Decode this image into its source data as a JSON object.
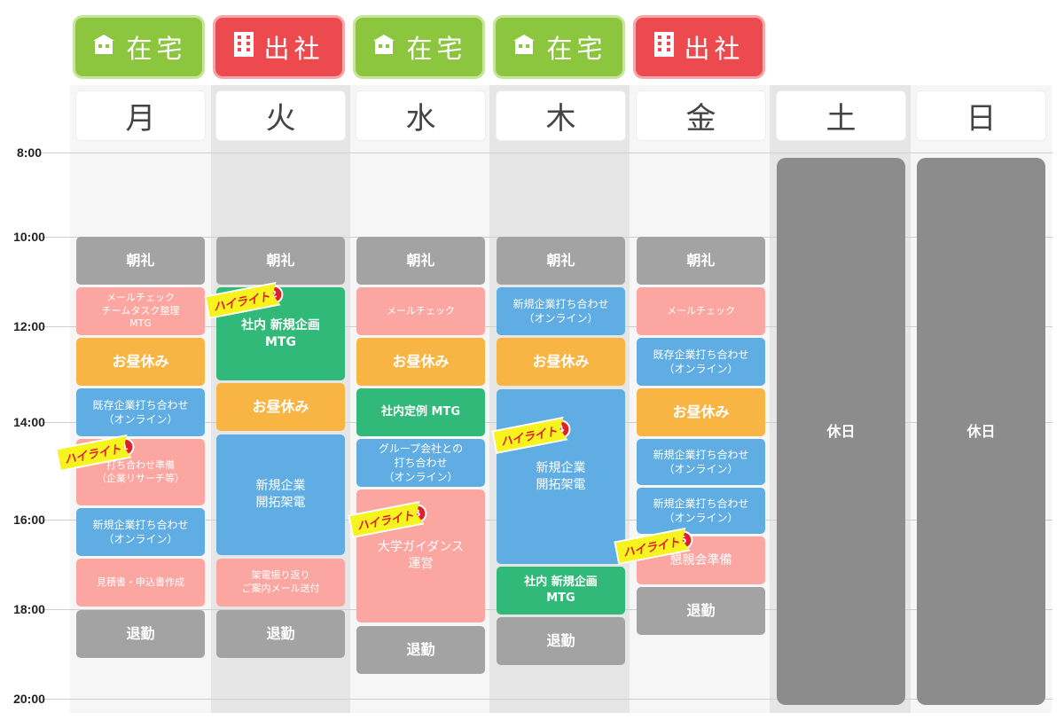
{
  "work_mode": [
    {
      "icon": "house-icon",
      "label": "在宅",
      "type": "home"
    },
    {
      "icon": "building-icon",
      "label": "出社",
      "type": "office"
    },
    {
      "icon": "house-icon",
      "label": "在宅",
      "type": "home"
    },
    {
      "icon": "house-icon",
      "label": "在宅",
      "type": "home"
    },
    {
      "icon": "building-icon",
      "label": "出社",
      "type": "office"
    }
  ],
  "days": [
    "月",
    "火",
    "水",
    "木",
    "金",
    "土",
    "日"
  ],
  "hours": [
    "8:00",
    "10:00",
    "12:00",
    "14:00",
    "16:00",
    "18:00",
    "20:00"
  ],
  "colors": {
    "home": "#8cc63f",
    "office": "#ec4a4f",
    "gray": "#a3a3a3",
    "pink": "#fca6a2",
    "orange": "#f8b544",
    "blue": "#60ade4",
    "green": "#30b978",
    "holiday": "#8c8c8c",
    "highlight": "#f7f31f"
  },
  "schedule": {
    "mon": [
      "朝礼",
      "メールチェック\nチームタスク整理\nMTG",
      "お昼休み",
      "既存企業打ち合わせ\n（オンライン）",
      "打ち合わせ準備\n（企業リサーチ等）",
      "新規企業打ち合わせ\n（オンライン）",
      "見積書・申込書作成",
      "退勤"
    ],
    "tue": [
      "朝礼",
      "社内 新規企画\nMTG",
      "お昼休み",
      "新規企業\n開拓架電",
      "架電振り返り\nご案内メール送付",
      "退勤"
    ],
    "wed": [
      "朝礼",
      "メールチェック",
      "お昼休み",
      "社内定例 MTG",
      "グループ会社との\n打ち合わせ\n（オンライン）",
      "大学ガイダンス\n運営",
      "退勤"
    ],
    "thu": [
      "朝礼",
      "新規企業打ち合わせ\n（オンライン）",
      "お昼休み",
      "新規企業\n開拓架電",
      "社内 新規企画\nMTG",
      "退勤"
    ],
    "fri": [
      "朝礼",
      "メールチェック",
      "既存企業打ち合わせ\n（オンライン）",
      "お昼休み",
      "新規企業打ち合わせ\n（オンライン）",
      "新規企業打ち合わせ\n（オンライン）",
      "懇親会準備",
      "退勤"
    ],
    "sat": [
      "休日"
    ],
    "sun": [
      "休日"
    ]
  },
  "highlights": [
    {
      "label": "ハイライト",
      "num": "1"
    },
    {
      "label": "ハイライト",
      "num": "2"
    },
    {
      "label": "ハイライト",
      "num": "3"
    },
    {
      "label": "ハイライト",
      "num": "4"
    },
    {
      "label": "ハイライト",
      "num": "5"
    }
  ]
}
